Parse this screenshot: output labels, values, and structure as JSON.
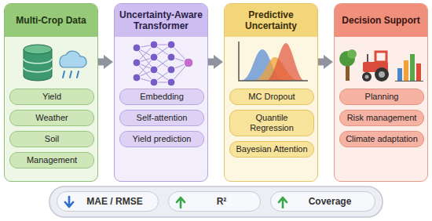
{
  "diagram": {
    "nodes": [
      {
        "text": [
          "Multi-Crop Data"
        ]
      },
      {
        "text": [
          "Yield"
        ],
        "in": 0
      },
      {
        "text": [
          "Weather"
        ],
        "in": 0
      },
      {
        "text": [
          "Soil"
        ],
        "in": 0
      },
      {
        "text": [
          "Management"
        ],
        "in": 0
      },
      {
        "text": [
          "Uncertainty-Aware Transformer"
        ]
      },
      {
        "text": [
          "Embedding"
        ],
        "in": 5
      },
      {
        "text": [
          "Self-attention"
        ],
        "in": 5
      },
      {
        "text": [
          "Yield prediction"
        ],
        "in": 5
      },
      {
        "text": [
          "Predictive Uncertainty"
        ]
      },
      {
        "text": [
          "MC Dropout"
        ],
        "in": 9
      },
      {
        "text": [
          "Quantile Regression"
        ],
        "in": 9
      },
      {
        "text": [
          "Bayesian Attention"
        ],
        "in": 9
      },
      {
        "text": [
          "Decision Support"
        ]
      },
      {
        "text": [
          "Planning"
        ],
        "in": 13
      },
      {
        "text": [
          "Risk management"
        ],
        "in": 13
      },
      {
        "text": [
          "Climate adaptation"
        ],
        "in": 13
      },
      {
        "text": [
          "MAE / RMSE"
        ]
      },
      {
        "text": [
          "R²"
        ]
      },
      {
        "text": [
          "Coverage"
        ]
      }
    ],
    "edges": [
      {
        "from": 0,
        "to": 5,
        "arrow": "to"
      },
      {
        "from": 5,
        "to": 9,
        "arrow": "to"
      },
      {
        "from": 9,
        "to": 13,
        "arrow": "to"
      }
    ]
  }
}
